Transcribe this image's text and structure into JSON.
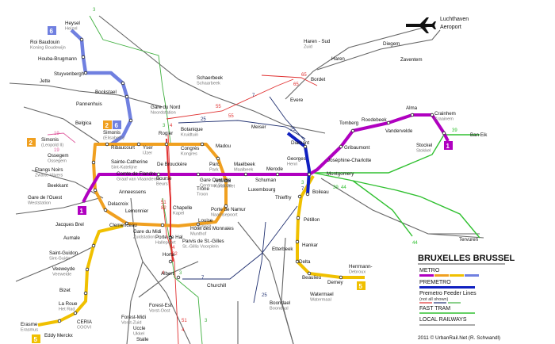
{
  "title": "BRUXELLES BRUSSEL",
  "copyright": "2011 © UrbanRail.Net (R. Schwandl)",
  "colors": {
    "line1": "#a020c0",
    "line2": "#f0a020",
    "line5": "#f0c000",
    "line6": "#7080e0",
    "premetro": "#1020c0",
    "feeder_blue": "#203070",
    "feeder_red": "#e03030",
    "feeder_green": "#40b040",
    "tram": "#40c040",
    "rail": "#555555"
  },
  "legend": {
    "metro": "METRO",
    "premetro": "PREMETRO",
    "feeder": "Premetro Feeder Lines",
    "feeder_sub": "(not all shown)",
    "fast_tram": "FAST TRAM",
    "local_railways": "LOCAL RAILWAYS"
  },
  "airport": {
    "name": "Luchthaven",
    "sub": "Aeroport"
  },
  "badges": {
    "b6_top": "6",
    "b2_left": "2",
    "b2_simonis": "2",
    "b6_simonis": "6",
    "b1_left": "1",
    "b1_right": "1",
    "b5_bottom_left": "5",
    "b5_right": "5"
  },
  "line_numbers": {
    "n3_top": "3",
    "n65_a": "65",
    "n65_b": "65",
    "n55_a": "55",
    "n55_b": "55",
    "n25_top": "25",
    "n7_top": "7",
    "n19_a": "19",
    "n19_b": "19",
    "n4_a": "4",
    "n3_mid": "3",
    "n51": "51",
    "n82_a": "82",
    "n4_b": "4",
    "n82_b": "82",
    "n51_b": "51",
    "n4_c": "4",
    "n3_c": "3",
    "n7_mid": "7",
    "n25_mid": "25",
    "n25_bot": "25",
    "n39_a": "39",
    "n44_a": "44",
    "n39_b": "39",
    "n44_b": "44",
    "n3_d": "3",
    "n7_bot": "7",
    "n4_d": "4",
    "n3_e": "3"
  },
  "stations": {
    "heysel": {
      "name": "Heysel",
      "sub": "Heizel"
    },
    "roi_baudouin": {
      "name": "Roi Baudouin",
      "sub": "Koning Boudewijn"
    },
    "houba": {
      "name": "Houba-Brugmann",
      "sub": ""
    },
    "stuyvenbergh": {
      "name": "Stuyvenbergh",
      "sub": ""
    },
    "jette": {
      "name": "Jette",
      "sub": ""
    },
    "bockstael": {
      "name": "Bockstael",
      "sub": ""
    },
    "pannenhuis": {
      "name": "Pannenhuis",
      "sub": ""
    },
    "belgica": {
      "name": "Belgica",
      "sub": ""
    },
    "simonis_left": {
      "name": "Simonis",
      "sub": "(Leopold II)"
    },
    "simonis_right": {
      "name": "Simonis",
      "sub": "(Elisabeth)"
    },
    "ossegem": {
      "name": "Ossegem",
      "sub": "Ossegem"
    },
    "etangs_noirs": {
      "name": "Etangs Noirs",
      "sub": "Zwarte Vijvers"
    },
    "beekkant": {
      "name": "Beekkant",
      "sub": ""
    },
    "gare_ouest": {
      "name": "Gare de l'Ouest",
      "sub": "Weststation"
    },
    "jacques_brel": {
      "name": "Jacques Brel",
      "sub": ""
    },
    "aumale": {
      "name": "Aumale",
      "sub": ""
    },
    "saint_guidon": {
      "name": "Saint-Guidon",
      "sub": "Sint-Guido"
    },
    "veeweyde": {
      "name": "Veeweyde",
      "sub": "Veeweide"
    },
    "bizet": {
      "name": "Bizet",
      "sub": ""
    },
    "la_roue": {
      "name": "La Roue",
      "sub": "Het Rad"
    },
    "ceria": {
      "name": "CERIA",
      "sub": "COOVI"
    },
    "erasme": {
      "name": "Erasme",
      "sub": "Erasmus"
    },
    "eddy_merckx": {
      "name": "Eddy Merckx",
      "sub": ""
    },
    "ribaucourt": {
      "name": "Ribaucourt",
      "sub": ""
    },
    "yser": {
      "name": "Yser",
      "sub": "IJzer"
    },
    "rogier": {
      "name": "Rogier",
      "sub": ""
    },
    "gare_nord": {
      "name": "Gare du Nord",
      "sub": "Noordstation"
    },
    "botanique": {
      "name": "Botanique",
      "sub": "Kruidtuin"
    },
    "congres": {
      "name": "Congrès",
      "sub": "Kongres"
    },
    "madou": {
      "name": "Madou",
      "sub": ""
    },
    "sainte_catherine": {
      "name": "Sainte-Catherine",
      "sub": "Sint-Katelijne"
    },
    "de_brouckere": {
      "name": "De Brouckère",
      "sub": ""
    },
    "parc": {
      "name": "Parc",
      "sub": "Park"
    },
    "maelbeek": {
      "name": "Maelbeek",
      "sub": "Maalbeek"
    },
    "comte_flandre": {
      "name": "Comte de Flandre",
      "sub": "Graaf van Vlaanderen"
    },
    "bourse": {
      "name": "Bourse",
      "sub": "Beurs"
    },
    "gare_centrale": {
      "name": "Gare Centrale",
      "sub": "Centraal Station"
    },
    "arts_loi": {
      "name": "Arts-Loi",
      "sub": "Kunst-Wet"
    },
    "schuman": {
      "name": "Schuman",
      "sub": ""
    },
    "merode": {
      "name": "Merode",
      "sub": ""
    },
    "anneessens": {
      "name": "Anneessens",
      "sub": ""
    },
    "delacroix": {
      "name": "Delacroix",
      "sub": ""
    },
    "lemonnier": {
      "name": "Lemonnier",
      "sub": ""
    },
    "chapelle": {
      "name": "Chapelle",
      "sub": "Kapel"
    },
    "trone": {
      "name": "Trône",
      "sub": "Troon"
    },
    "luxembourg": {
      "name": "Luxembourg",
      "sub": ""
    },
    "porte_namur": {
      "name": "Porte de Namur",
      "sub": "Naamsepoort"
    },
    "louise": {
      "name": "Louise",
      "sub": "Louiza"
    },
    "clemenceau": {
      "name": "Clemenceau",
      "sub": ""
    },
    "gare_midi": {
      "name": "Gare du Midi",
      "sub": "Zuidstation"
    },
    "porte_hal": {
      "name": "Porte de Hal",
      "sub": "Hallepoort"
    },
    "hotel_monnaies": {
      "name": "Hôtel des Monnaies",
      "sub": "Munthof"
    },
    "parvis_st_gilles": {
      "name": "Parvis de St.-Gilles",
      "sub": "St.-Gillis Voorplein"
    },
    "horta": {
      "name": "Horta",
      "sub": ""
    },
    "albert": {
      "name": "Albert",
      "sub": ""
    },
    "churchill": {
      "name": "Churchill",
      "sub": ""
    },
    "forest_est": {
      "name": "Forest-Est",
      "sub": "Vorst-Oost"
    },
    "forest_midi": {
      "name": "Forest-Midi",
      "sub": "Vorst-Zuid"
    },
    "uccle": {
      "name": "Uccle",
      "sub": "Ukkel"
    },
    "stalle": {
      "name": "Stalle",
      "sub": ""
    },
    "schaerbeek": {
      "name": "Schaerbeek",
      "sub": "Schaarbeek"
    },
    "bordet": {
      "name": "Bordet",
      "sub": ""
    },
    "evere": {
      "name": "Evere",
      "sub": ""
    },
    "haren_sud": {
      "name": "Haren - Sud",
      "sub": "Zuid"
    },
    "haren": {
      "name": "Haren",
      "sub": ""
    },
    "diegem": {
      "name": "Diegem",
      "sub": ""
    },
    "zaventem": {
      "name": "Zaventem",
      "sub": ""
    },
    "meiser": {
      "name": "Meiser",
      "sub": ""
    },
    "diamant": {
      "name": "Diamant",
      "sub": ""
    },
    "georges_henri": {
      "name": "Georges",
      "sub": "Henri"
    },
    "montgomery": {
      "name": "Montgomery",
      "sub": ""
    },
    "boileau": {
      "name": "Boileau",
      "sub": ""
    },
    "thieffry": {
      "name": "Thieffry",
      "sub": ""
    },
    "petillon": {
      "name": "Pétillon",
      "sub": ""
    },
    "hankar": {
      "name": "Hankar",
      "sub": ""
    },
    "delta": {
      "name": "Delta",
      "sub": ""
    },
    "beaulieu": {
      "name": "Beaulieu",
      "sub": ""
    },
    "demey": {
      "name": "Demey",
      "sub": ""
    },
    "herrmann_debroux": {
      "name": "Herrmann-",
      "sub": "Debroux"
    },
    "etterbeek": {
      "name": "Etterbeek",
      "sub": ""
    },
    "boondael": {
      "name": "Boondael",
      "sub": "Boondaal"
    },
    "watermael": {
      "name": "Watermael",
      "sub": "Watermaal"
    },
    "joseph_charlotte": {
      "name": "Joséphine-Charlotte",
      "sub": ""
    },
    "gribaumont": {
      "name": "Gribaumont",
      "sub": ""
    },
    "tomberg": {
      "name": "Tomberg",
      "sub": ""
    },
    "roodebeek": {
      "name": "Roodebeek",
      "sub": ""
    },
    "vandervelde": {
      "name": "Vandervelde",
      "sub": ""
    },
    "alma": {
      "name": "Alma",
      "sub": ""
    },
    "crainhem": {
      "name": "Crainhem",
      "sub": "Kraainem"
    },
    "stockel": {
      "name": "Stockel",
      "sub": "Stokkel"
    },
    "ban_eik": {
      "name": "Ban Eik",
      "sub": ""
    },
    "tervuren": {
      "name": "Tervuren",
      "sub": ""
    }
  }
}
